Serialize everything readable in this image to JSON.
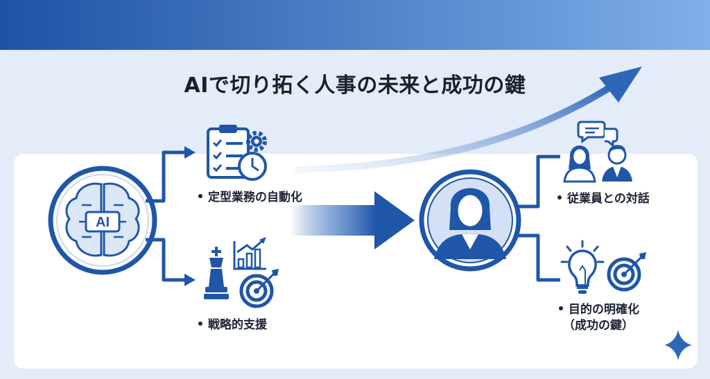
{
  "title": "AIで切り拓く人事の未来と成功の鍵",
  "ai_hub": {
    "label": "AI"
  },
  "branches": {
    "routine": {
      "label": "定型業務の自動化"
    },
    "strategy": {
      "label": "戦略的支援"
    }
  },
  "hr_outcomes": {
    "dialogue": {
      "label": "従業員との対話"
    },
    "purpose": {
      "line1": "目的の明確化",
      "line2": "（成功の鍵）"
    }
  },
  "icons": {
    "brain": "brain-icon",
    "clipboard": "clipboard-checklist-icon",
    "gear": "gear-icon",
    "clock": "clock-icon",
    "chess": "chess-king-icon",
    "chart": "bar-chart-growth-icon",
    "target": "target-icon",
    "person": "hr-person-icon",
    "chat": "chat-bubbles-icon",
    "employees": "employees-icon",
    "bulb": "lightbulb-icon",
    "sparkle": "sparkle-icon"
  },
  "colors": {
    "primary": "#1f56a8",
    "light": "#9fbbe6",
    "background": "#e4ebf9",
    "panel": "#ffffff"
  }
}
